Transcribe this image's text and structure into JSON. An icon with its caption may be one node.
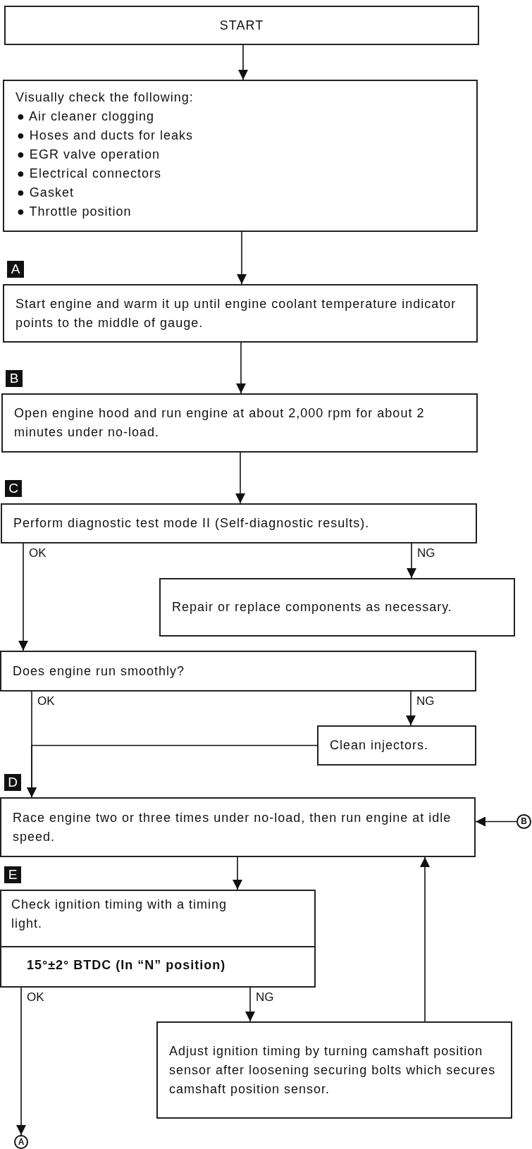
{
  "diagram": {
    "nodes": [
      {
        "text": [
          "START"
        ]
      },
      {
        "text": [
          "Visually check the following:",
          "● Air cleaner clogging",
          "● Hoses and ducts for leaks",
          "● EGR valve operation",
          "● Electrical connectors",
          "● Gasket",
          "● Throttle position"
        ]
      },
      {
        "text": [
          "Start engine and warm it up until engine coolant temperature indicator points to the middle of gauge."
        ],
        "beside": [
          "A"
        ]
      },
      {
        "text": [
          "Open engine hood and run engine at about 2,000 rpm for about 2 minutes under no-load."
        ],
        "beside": [
          "B"
        ]
      },
      {
        "text": [
          "Perform diagnostic test mode II (Self-diagnostic results)."
        ],
        "beside": [
          "C"
        ]
      },
      {
        "text": [
          "Repair or replace components as necessary."
        ]
      },
      {
        "text": [
          "Does engine run smoothly?"
        ]
      },
      {
        "text": [
          "Clean injectors."
        ]
      },
      {
        "text": [
          "Race engine two or three times under no-load, then run engine at idle speed."
        ],
        "beside": [
          "D"
        ]
      },
      {
        "text": [
          "B"
        ]
      },
      {
        "text": [
          "Check ignition timing with a timing light.",
          "15°±2° BTDC (In “N” position)"
        ],
        "beside": [
          "E"
        ]
      },
      {
        "text": [
          "Adjust ignition timing by turning camshaft position sensor after loosening securing bolts which secures camshaft position sensor."
        ]
      },
      {
        "text": [
          "A"
        ]
      }
    ],
    "edges": [
      {
        "from": 0,
        "to": 1,
        "arrow": "to"
      },
      {
        "from": 1,
        "to": 2,
        "arrow": "to"
      },
      {
        "from": 2,
        "to": 3,
        "arrow": "to"
      },
      {
        "from": 3,
        "to": 4,
        "arrow": "to"
      },
      {
        "from": 4,
        "to": 6,
        "arrow": "to",
        "label": "OK"
      },
      {
        "from": 4,
        "to": 5,
        "arrow": "to",
        "label": "NG"
      },
      {
        "from": 6,
        "to": 8,
        "arrow": "to",
        "label": "OK"
      },
      {
        "from": 6,
        "to": 7,
        "arrow": "to",
        "label": "NG"
      },
      {
        "from": 7,
        "to": 8,
        "arrow": "to"
      },
      {
        "from": 9,
        "to": 8,
        "arrow": "to"
      },
      {
        "from": 8,
        "to": 10,
        "arrow": "to"
      },
      {
        "from": 10,
        "to": 12,
        "arrow": "to",
        "label": "OK"
      },
      {
        "from": 10,
        "to": 11,
        "arrow": "to",
        "label": "NG"
      },
      {
        "from": 11,
        "to": 8,
        "arrow": "to"
      }
    ]
  }
}
